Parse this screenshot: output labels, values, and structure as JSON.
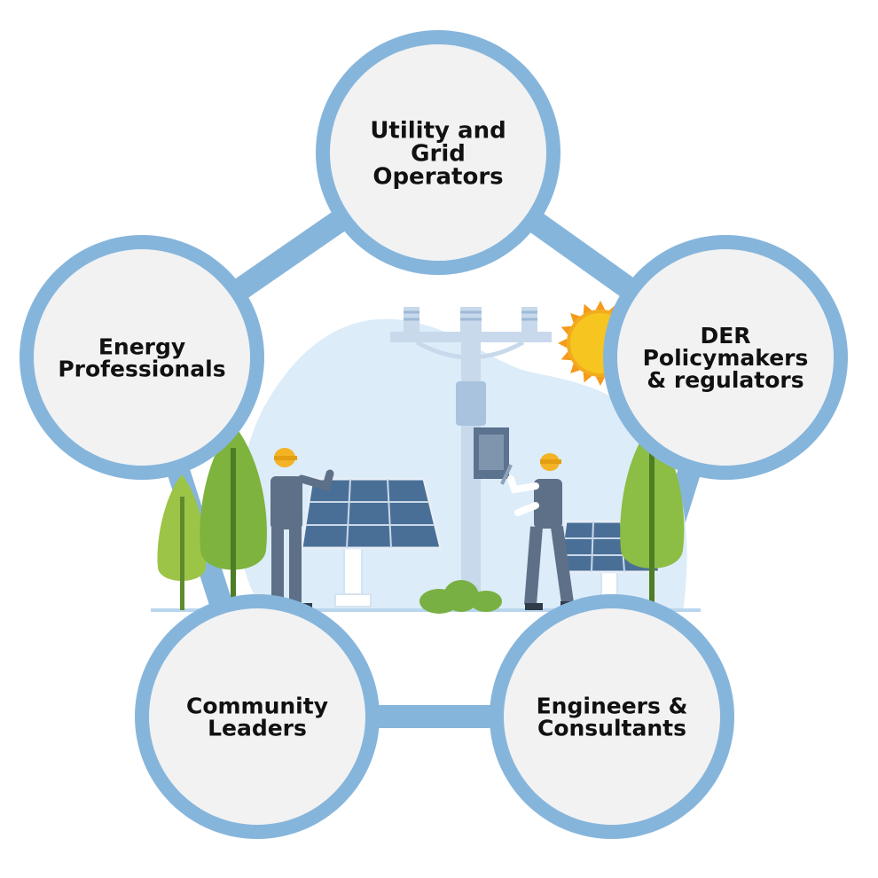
{
  "colors": {
    "ring": "#86b5dc",
    "node_fill": "#f2f2f2",
    "blob": "#dcecf9",
    "panel": "#4a6f96",
    "tree_light": "#9cc447",
    "tree_dark": "#6ea339",
    "worker_suit": "#5d7087",
    "helmet": "#f4b324",
    "sun": "#f7c51f"
  },
  "nodes": [
    {
      "id": "utility",
      "lines": [
        "Utility and",
        "Grid",
        "Operators"
      ]
    },
    {
      "id": "der",
      "lines": [
        "DER",
        "Policymakers",
        "& regulators"
      ]
    },
    {
      "id": "engineers",
      "lines": [
        "Engineers &",
        "Consultants"
      ]
    },
    {
      "id": "community",
      "lines": [
        "Community",
        "Leaders"
      ]
    },
    {
      "id": "energy",
      "lines": [
        "Energy",
        "Professionals"
      ]
    }
  ],
  "center_illustration": {
    "icons": [
      "utility-pole-icon",
      "solar-panel-icon",
      "worker-icon",
      "tree-icon",
      "sun-icon",
      "bush-icon"
    ]
  }
}
